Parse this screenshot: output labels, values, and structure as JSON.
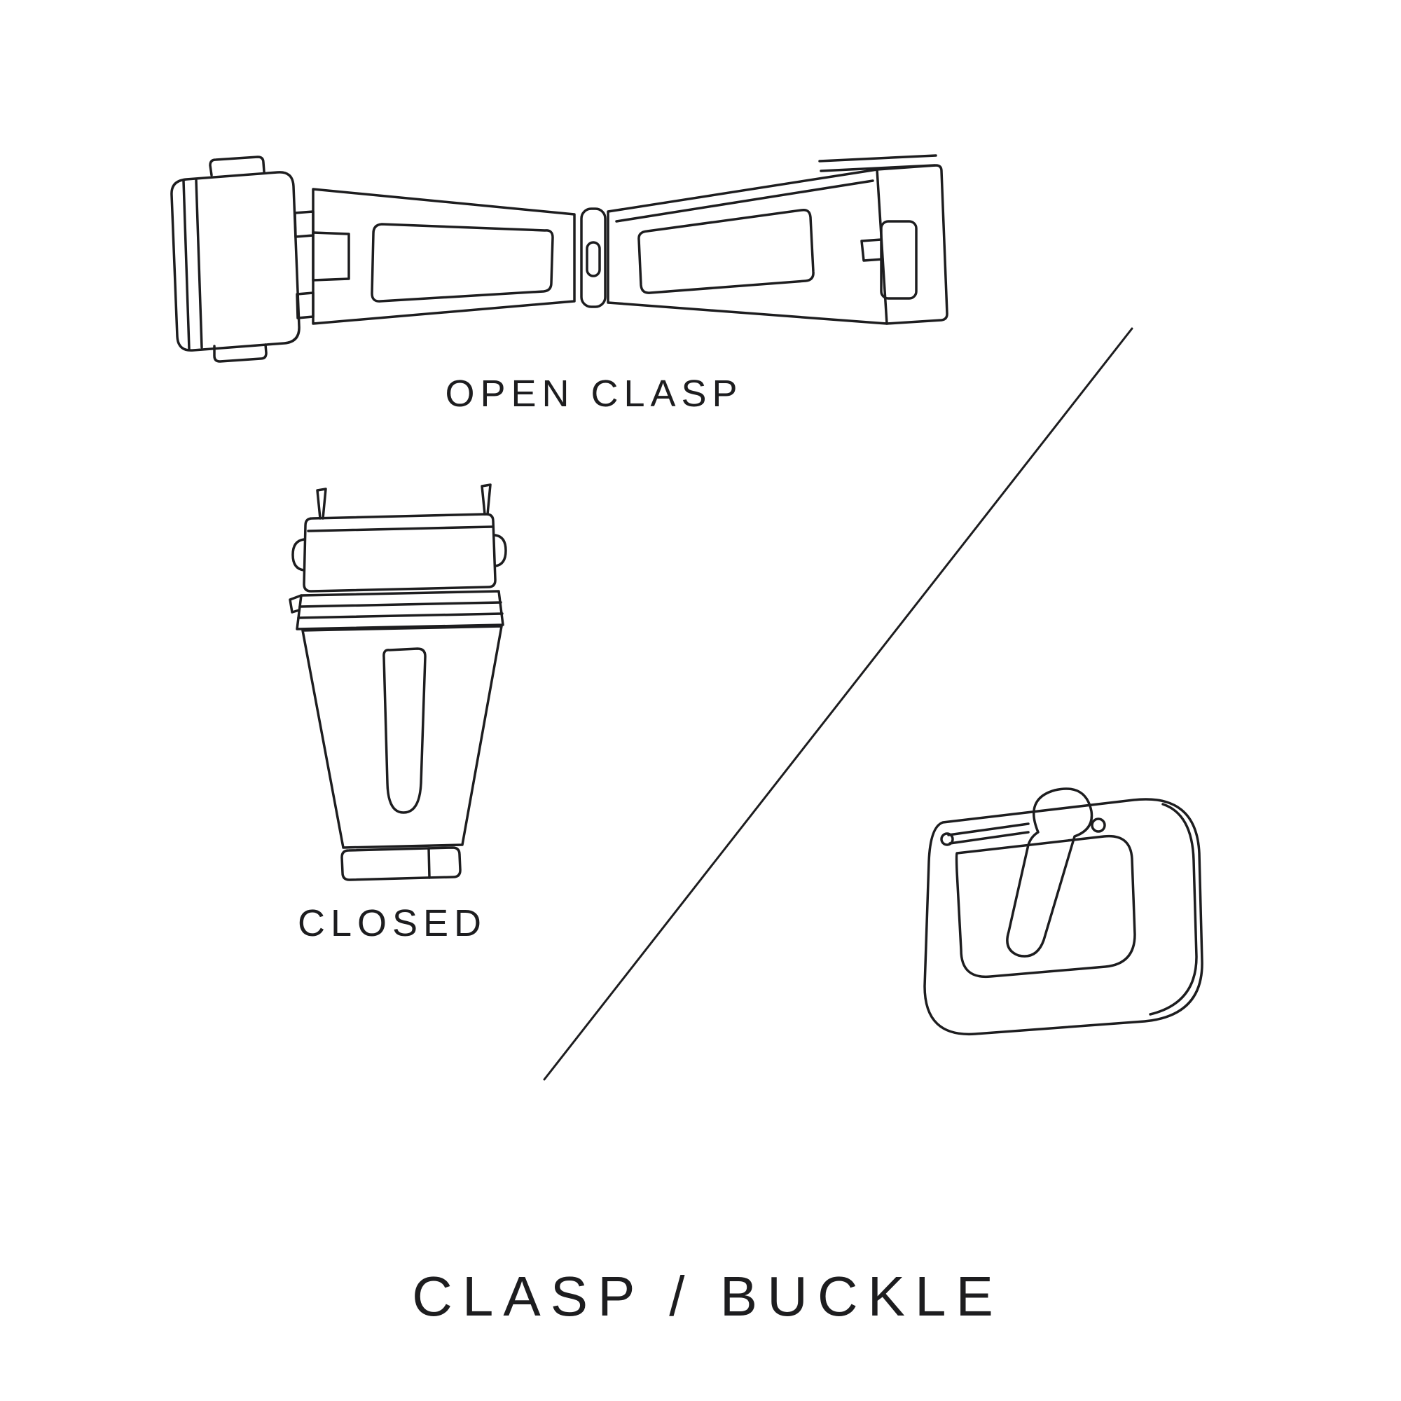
{
  "page": {
    "background_color": "#ffffff",
    "line_color": "#1d1d1f",
    "text_color": "#1d1d1f"
  },
  "title": {
    "text": "CLASP / BUCKLE"
  },
  "figures": {
    "open_clasp": {
      "label": "OPEN CLASP"
    },
    "closed_clasp": {
      "label": "CLOSED"
    }
  }
}
